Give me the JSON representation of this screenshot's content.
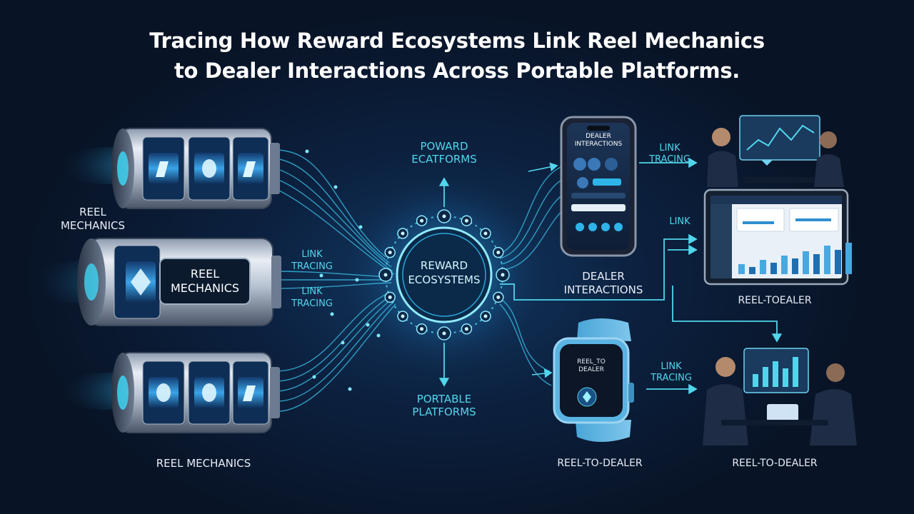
{
  "title": {
    "line1": "Tracing How Reward Ecosystems Link Reel Mechanics",
    "line2": "to Dealer Interactions Across Portable Platforms."
  },
  "left": {
    "side_label_line1": "REEL",
    "side_label_line2": "MECHANICS",
    "reel_plate_line1": "REEL",
    "reel_plate_line2": "MECHANICS",
    "bottom_label": "REEL MECHANICS"
  },
  "links": {
    "upper_line1": "LINK",
    "upper_line2": "TRACING",
    "lower_line1": "LINK",
    "lower_line2": "TRACING",
    "phone_right_line1": "LINK",
    "phone_right_line2": "TRACING",
    "tablet_link": "LINK",
    "watch_right_line1": "LINK",
    "watch_right_line2": "TRACING"
  },
  "hub": {
    "center_line1": "REWARD",
    "center_line2": "ECOSYSTEMS",
    "top_label_line1": "POWARD",
    "top_label_line2": "ECATFORMS",
    "bottom_label_line1": "PORTABLE",
    "bottom_label_line2": "PLATFORMS"
  },
  "phone": {
    "screen_line1": "DEALER",
    "screen_line2": "INTERACTIONS"
  },
  "dealer_label": {
    "line1": "DEALER",
    "line2": "INTERACTIONS"
  },
  "watch": {
    "screen_line1": "REEL_TO",
    "screen_line2": "DEALER",
    "bottom_label": "REEL-TO-DEALER"
  },
  "tablet": {
    "bottom_label": "REEL-TOEALER"
  },
  "meeting": {
    "bottom_label": "REEL-TO-DEALER"
  },
  "colors": {
    "background": "#0a1526",
    "accent_cyan": "#52d6ec",
    "reel_blue": "#3aa4e8",
    "text_white": "#ffffff"
  }
}
